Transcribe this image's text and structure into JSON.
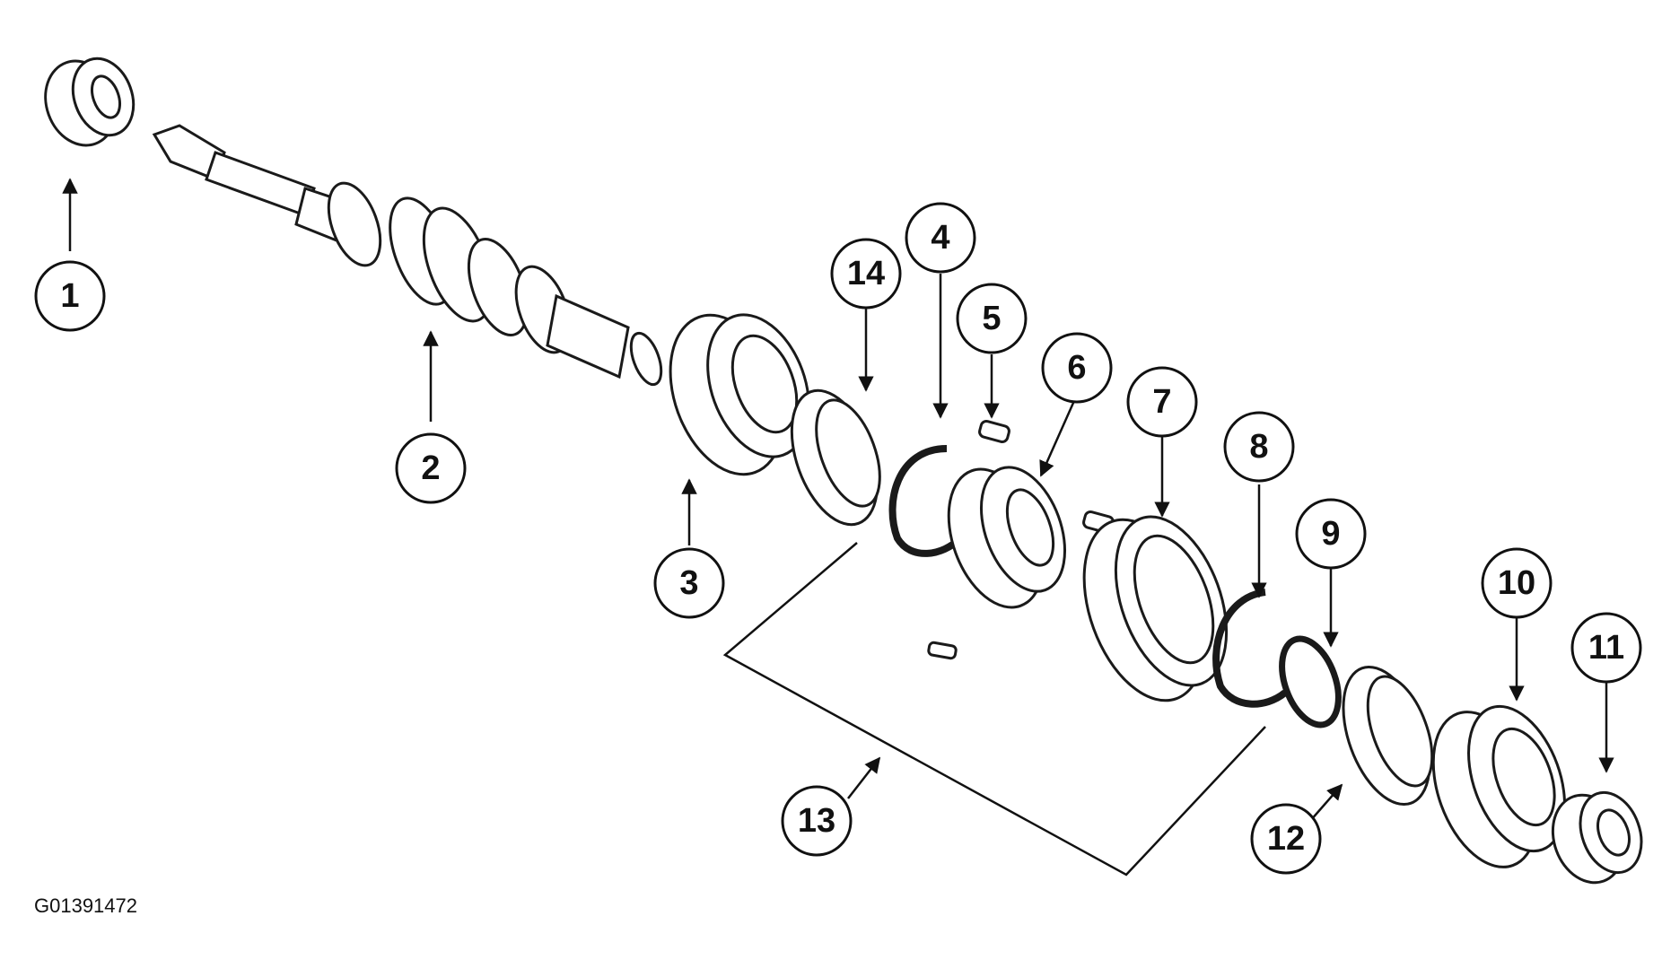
{
  "figure_code": "G01391472",
  "callouts": [
    "1",
    "2",
    "3",
    "4",
    "5",
    "6",
    "7",
    "8",
    "9",
    "10",
    "11",
    "12",
    "13",
    "14"
  ],
  "colors": {
    "ink": "#111111",
    "paper": "#ffffff"
  }
}
